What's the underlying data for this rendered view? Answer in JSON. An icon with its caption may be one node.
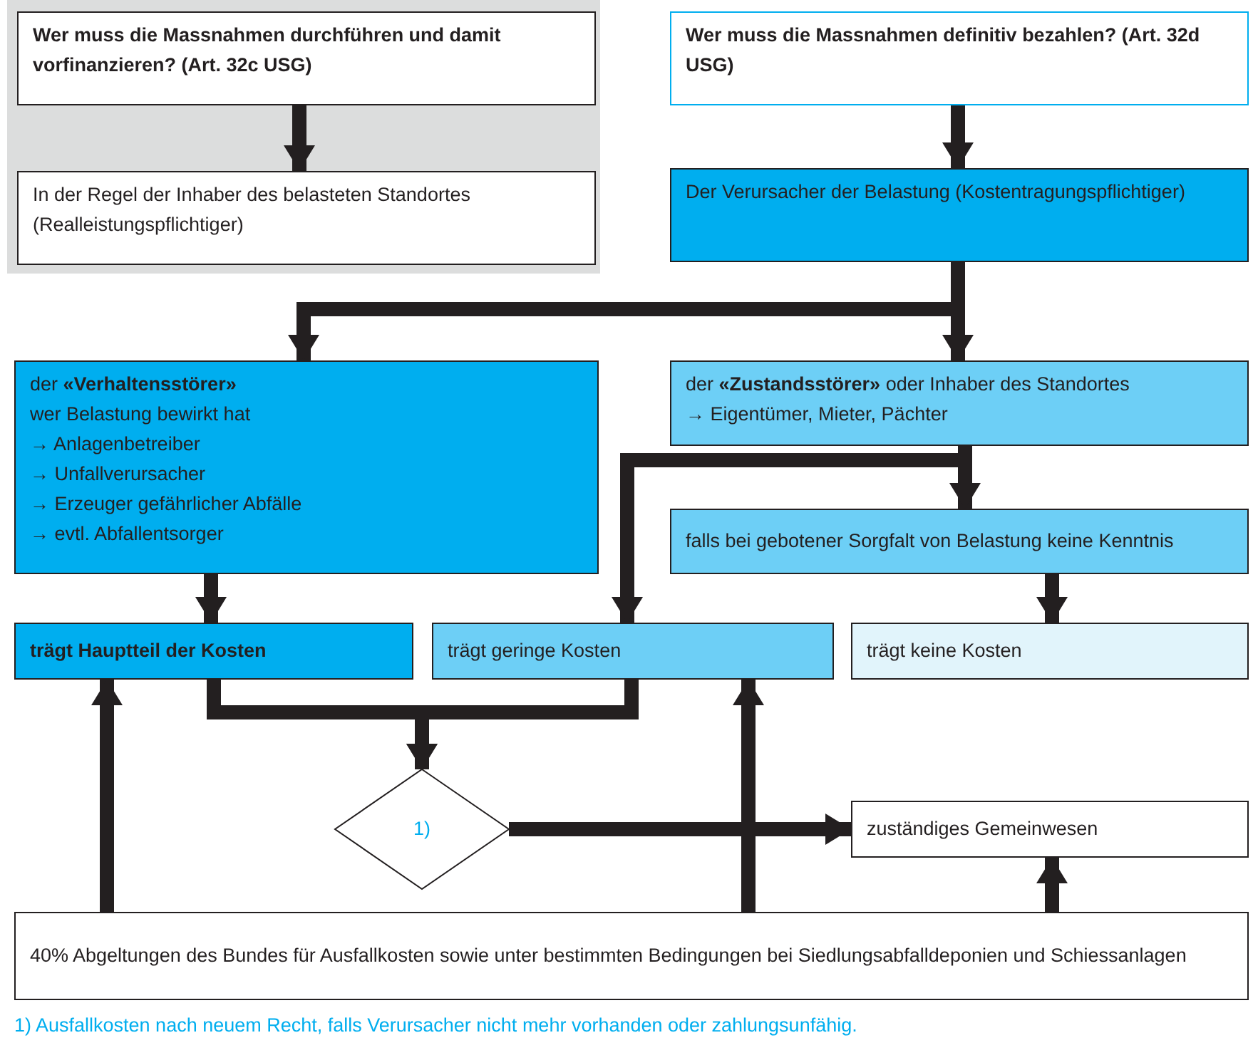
{
  "diagram": {
    "caption": "1) Ausfallkosten nach neuem Recht, falls Verursacher nicht mehr vorhanden oder zahlungsunfähig.",
    "nodes": [
      {
        "text": [],
        "shape": "box"
      },
      {
        "text": [
          "Wer muss die Massnahmen durchführen und damit vorfinanzieren? (Art. 32c USG)"
        ],
        "in": 0
      },
      {
        "text": [
          "In der Regel der Inhaber des belasteten Standortes (Realleistungspflichtiger)"
        ],
        "in": 0
      },
      {
        "text": [
          "Wer muss die Massnahmen definitiv bezahlen? (Art. 32d USG)"
        ]
      },
      {
        "text": [
          "Der Verursacher der Belastung (Kostentragungspflichtiger)"
        ]
      },
      {
        "text": [
          "der **«Verhaltensstörer»**",
          "wer Belastung bewirkt hat",
          "→ Anlagenbetreiber",
          "→ Unfallverursacher",
          "→ Erzeuger gefährlicher Abfälle",
          "→ evtl. Abfallentsorger"
        ]
      },
      {
        "text": [
          "der **«Zustandsstörer»** oder Inhaber des Standortes",
          "→ Eigentümer, Mieter, Pächter"
        ]
      },
      {
        "text": [
          "falls bei gebotener Sorgfalt von Belastung keine Kenntnis"
        ]
      },
      {
        "text": [
          "trägt Hauptteil der Kosten"
        ]
      },
      {
        "text": [
          "trägt geringe Kosten"
        ]
      },
      {
        "text": [
          "trägt keine Kosten"
        ]
      },
      {
        "text": [
          "1)"
        ]
      },
      {
        "text": [
          "zuständiges Gemeinwesen"
        ]
      },
      {
        "text": [
          "40% Abgeltungen des Bundes für Ausfallkosten sowie unter bestimmten Bedingungen bei Siedlungsabfalldeponien und Schiessanlagen"
        ]
      }
    ],
    "edges": [
      {
        "from": 1,
        "to": 2,
        "arrow": "to"
      },
      {
        "from": 3,
        "to": 4,
        "arrow": "to"
      },
      {
        "from": 4,
        "to": 5,
        "arrow": "to"
      },
      {
        "from": 4,
        "to": 6,
        "arrow": "to"
      },
      {
        "from": 6,
        "to": 7,
        "arrow": "to"
      },
      {
        "from": 6,
        "to": 9,
        "arrow": "to"
      },
      {
        "from": 7,
        "to": 10,
        "arrow": "to"
      },
      {
        "from": 5,
        "to": 8,
        "arrow": "to"
      },
      {
        "from": 8,
        "to": 11,
        "arrow": "to"
      },
      {
        "from": 9,
        "to": 11,
        "arrow": "to"
      },
      {
        "from": 11,
        "to": 12,
        "arrow": "to"
      },
      {
        "from": 13,
        "to": 8,
        "arrow": "to"
      },
      {
        "from": 13,
        "to": 9,
        "arrow": "to"
      },
      {
        "from": 13,
        "to": 12,
        "arrow": "to"
      }
    ]
  }
}
